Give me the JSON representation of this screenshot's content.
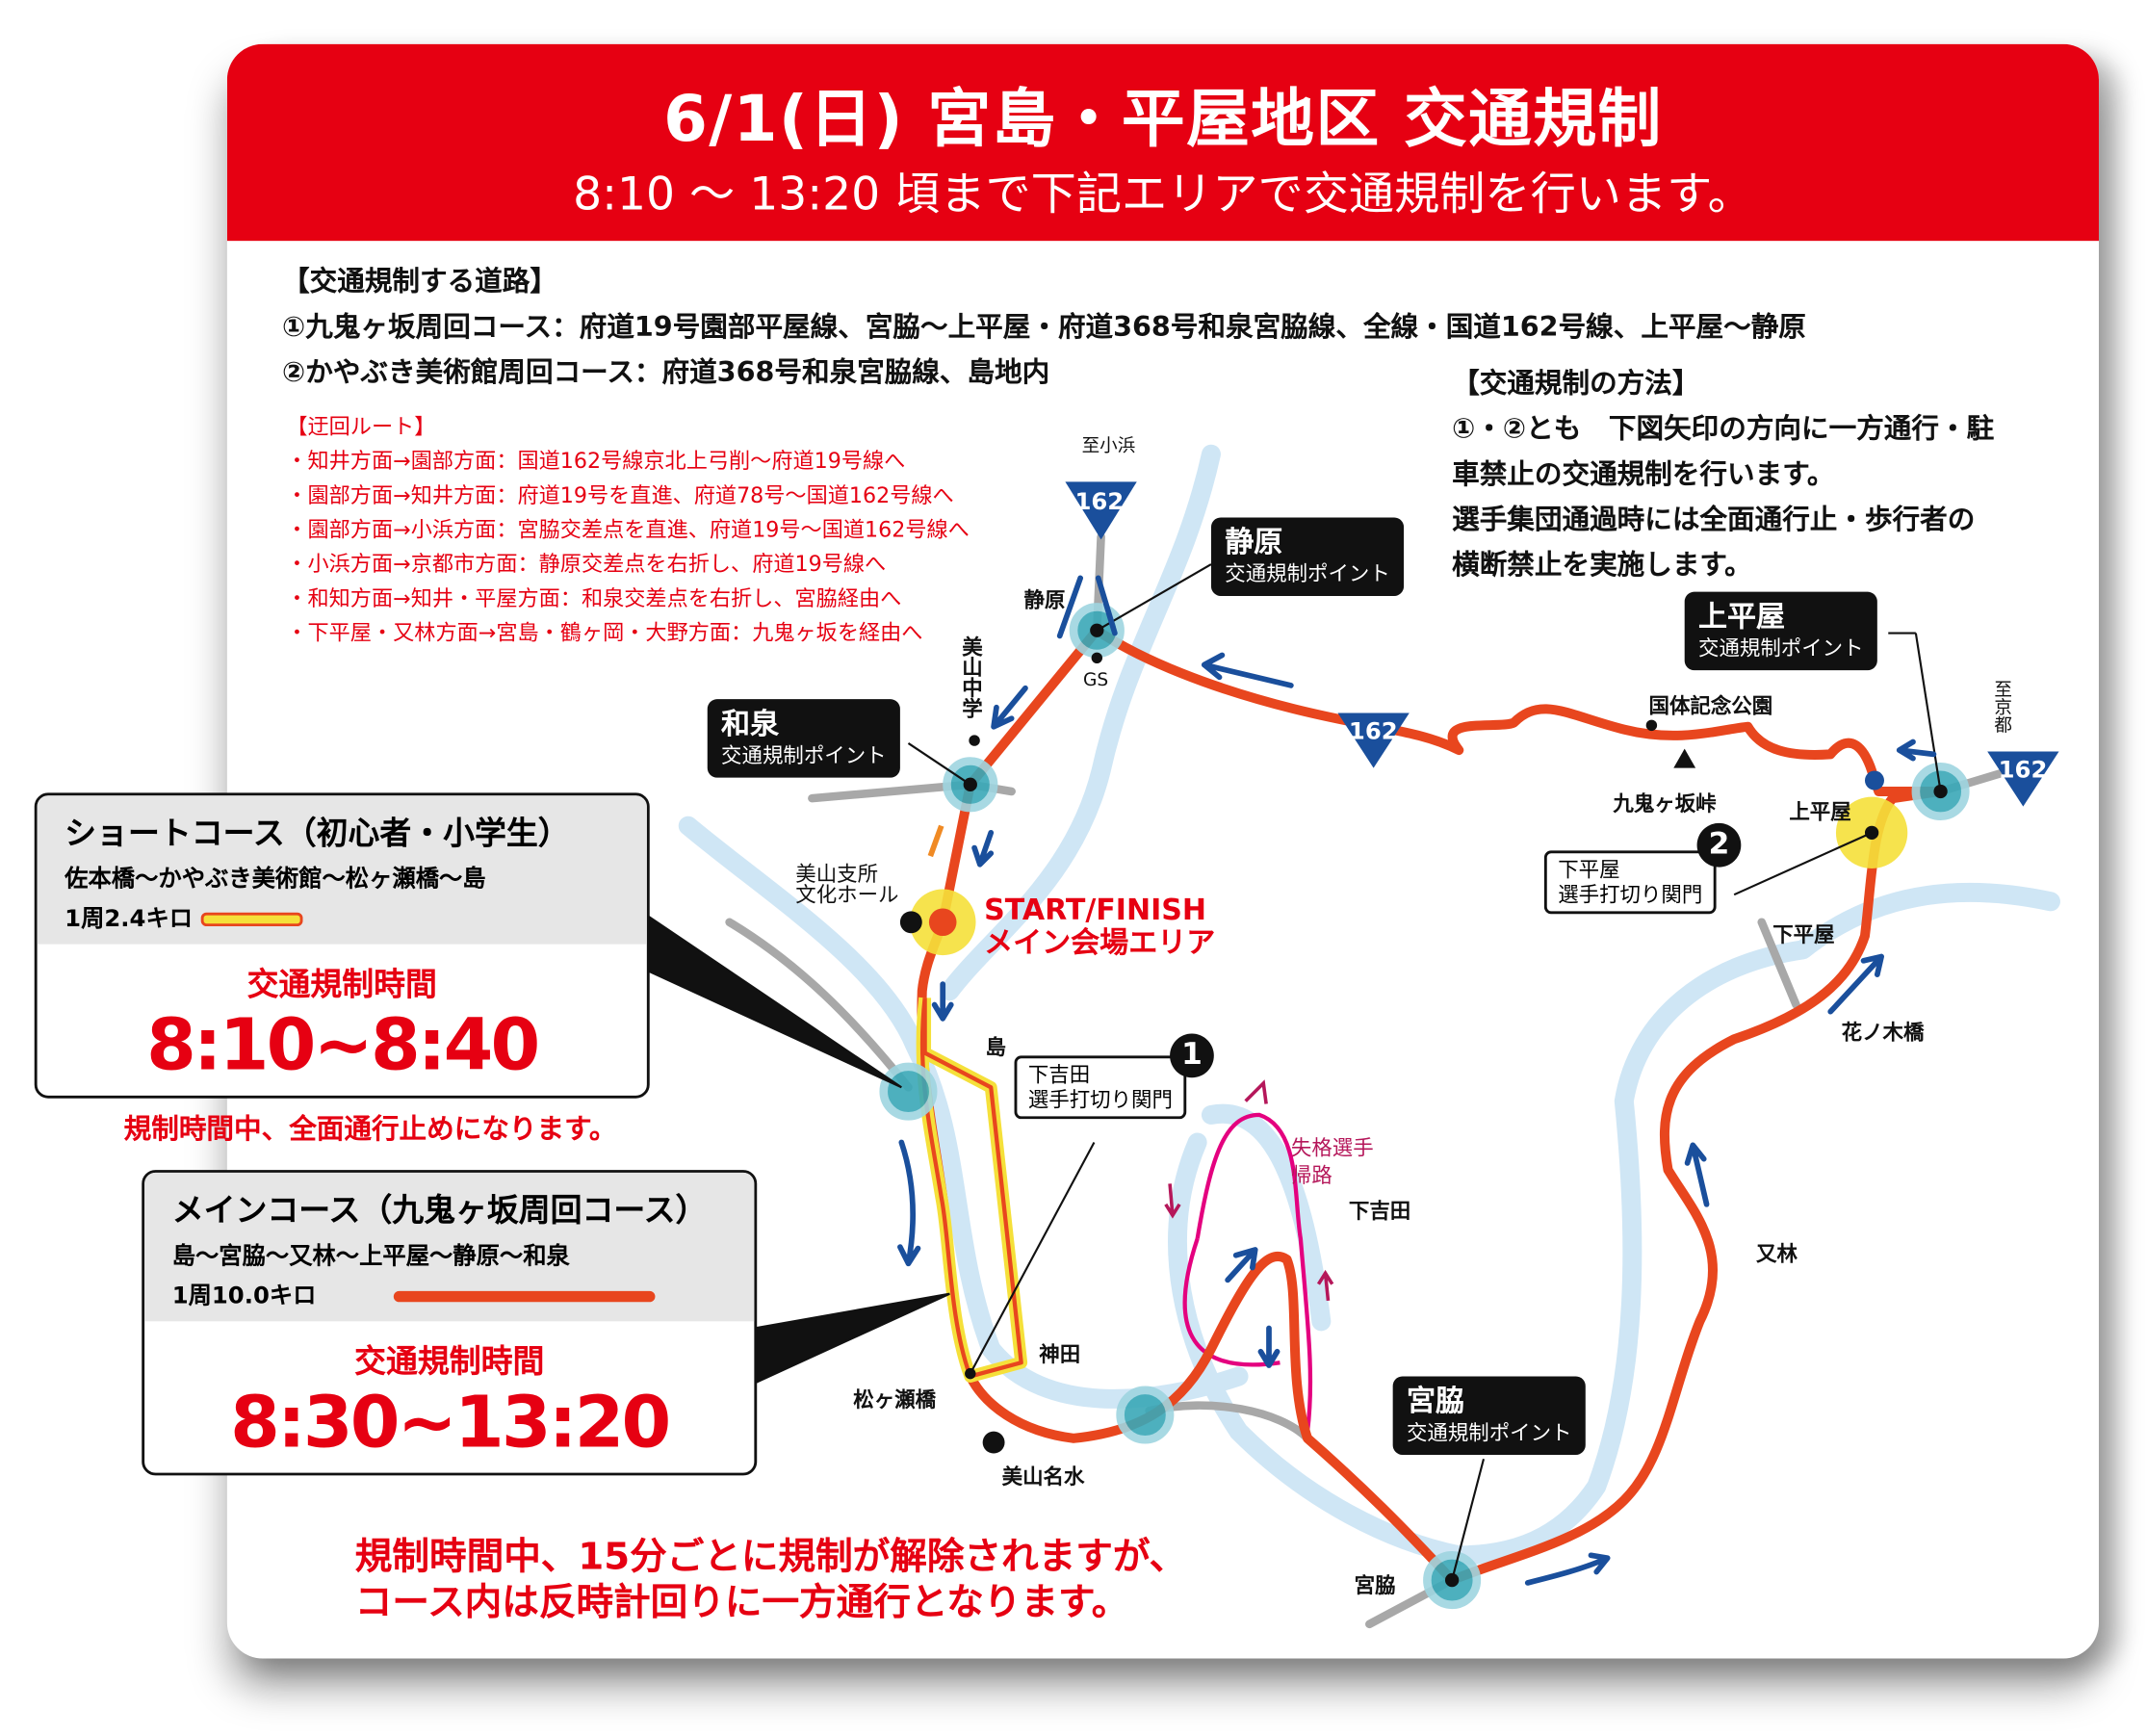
{
  "header": {
    "title": "6/1(日) 宮島・平屋地区 交通規制",
    "subtitle": "8:10 ～ 13:20 頃まで下記エリアで交通規制を行います。"
  },
  "roads": {
    "heading": "【交通規制する道路】",
    "line1": "①九鬼ヶ坂周回コース：府道19号園部平屋線、宮脇～上平屋・府道368号和泉宮脇線、全線・国道162号線、上平屋～静原",
    "line2": "②かやぶき美術館周回コース：府道368号和泉宮脇線、島地内"
  },
  "detour": {
    "heading": "【迂回ルート】",
    "items": [
      "・知井方面→園部方面：国道162号線京北上弓削～府道19号線へ",
      "・園部方面→知井方面：府道19号を直進、府道78号～国道162号線へ",
      "・園部方面→小浜方面：宮脇交差点を直進、府道19号～国道162号線へ",
      "・小浜方面→京都市方面：静原交差点を右折し、府道19号線へ",
      "・和知方面→知井・平屋方面：和泉交差点を右折し、宮脇経由へ",
      "・下平屋・又林方面→宮島・鶴ヶ岡・大野方面：九鬼ヶ坂を経由へ"
    ]
  },
  "method": {
    "heading": "【交通規制の方法】",
    "lines": [
      "①・②とも　下図矢印の方向に一方通行・駐",
      "車禁止の交通規制を行います。",
      "選手集団通過時には全面通行止・歩行者の",
      "横断禁止を実施します。"
    ]
  },
  "control_points": [
    {
      "name": "静原",
      "sub": "交通規制ポイント"
    },
    {
      "name": "上平屋",
      "sub": "交通規制ポイント"
    },
    {
      "name": "和泉",
      "sub": "交通規制ポイント"
    },
    {
      "name": "宮脇",
      "sub": "交通規制ポイント"
    }
  ],
  "cutoffs": [
    {
      "num": "1",
      "text1": "下吉田",
      "text2": "選手打切り関門"
    },
    {
      "num": "2",
      "text1": "下平屋",
      "text2": "選手打切り関門"
    }
  ],
  "route_shields": [
    "162",
    "162",
    "162"
  ],
  "places": {
    "kohama": "至小浜",
    "shizuhara": "静原",
    "gs": "GS",
    "miyama_jh": "美山中学",
    "kyoto": "至京都",
    "kokutai": "国体記念公園",
    "kukigasaka": "九鬼ヶ坂峠",
    "kamihiraya": "上平屋",
    "shimohiraya": "下平屋",
    "hananoki": "花ノ木橋",
    "matabayashi": "又林",
    "miyawaki": "宮脇",
    "shimoyoshida": "下吉田",
    "shikkaku": "失格選手",
    "kiro": "帰路",
    "kanda": "神田",
    "matsugase": "松ヶ瀬橋",
    "meisui": "美山名水",
    "shima": "島",
    "shisho1": "美山支所",
    "shisho2": "文化ホール"
  },
  "start": {
    "line1": "START/FINISH",
    "line2": "メイン会場エリア"
  },
  "short_course": {
    "title": "ショートコース（初心者・小学生）",
    "route": "佐本橋～かやぶき美術館～松ヶ瀬橋～島",
    "length": "1周2.4キロ",
    "time_label": "交通規制時間",
    "time": "8:10~8:40",
    "note": "規制時間中、全面通行止めになります。"
  },
  "main_course": {
    "title": "メインコース（九鬼ヶ坂周回コース）",
    "route": "島～宮脇～又林～上平屋～静原～和泉",
    "length": "1周10.0キロ",
    "time_label": "交通規制時間",
    "time": "8:30~13:20"
  },
  "footer": {
    "line1": "規制時間中、15分ごとに規制が解除されますが、",
    "line2": "コース内は反時計回りに一方通行となります。"
  },
  "colors": {
    "header": "#e60012",
    "main_route": "#e8461e",
    "short_route": "#f5e03a",
    "river": "#cfe6f5",
    "arrow": "#1a4f9c",
    "return_route": "#e4007f"
  }
}
